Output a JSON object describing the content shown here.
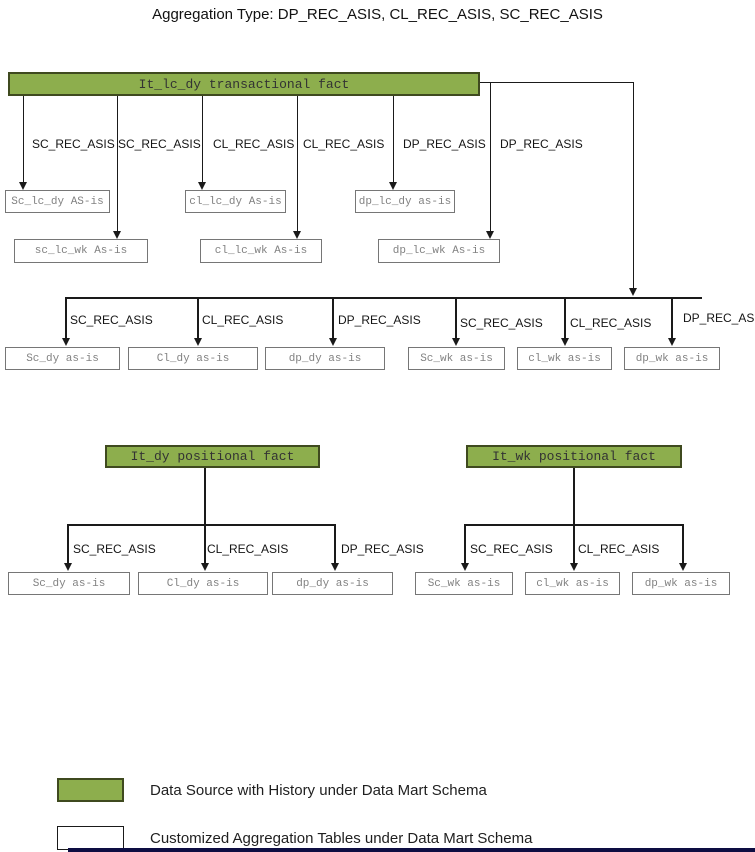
{
  "title": "Aggregation Type: DP_REC_ASIS, CL_REC_ASIS, SC_REC_ASIS",
  "diagram": {
    "root_fact": "It_lc_dy transactional fact",
    "tier1_labels": [
      "SC_REC_ASIS",
      "SC_REC_ASIS",
      "CL_REC_ASIS",
      "CL_REC_ASIS",
      "DP_REC_ASIS",
      "DP_REC_ASIS"
    ],
    "lc_row1_boxes": [
      "Sc_lc_dy AS-is",
      "cl_lc_dy As-is",
      "dp_lc_dy as-is"
    ],
    "lc_row2_boxes": [
      "sc_lc_wk As-is",
      "cl_lc_wk As-is",
      "dp_lc_wk As-is"
    ],
    "tier2_labels": [
      "SC_REC_ASIS",
      "CL_REC_ASIS",
      "DP_REC_ASIS",
      "SC_REC_ASIS",
      "CL_REC_ASIS",
      "DP_REC_ASIS"
    ],
    "tier2_boxes": [
      "Sc_dy as-is",
      "Cl_dy as-is",
      "dp_dy as-is",
      "Sc_wk as-is",
      "cl_wk as-is",
      "dp_wk as-is"
    ],
    "dy_fact": "It_dy positional fact",
    "dy_labels": [
      "SC_REC_ASIS",
      "CL_REC_ASIS",
      "DP_REC_ASIS"
    ],
    "dy_boxes": [
      "Sc_dy as-is",
      "Cl_dy as-is",
      "dp_dy as-is"
    ],
    "wk_fact": "It_wk positional fact",
    "wk_labels": [
      "SC_REC_ASIS",
      "CL_REC_ASIS"
    ],
    "wk_boxes": [
      "Sc_wk as-is",
      "cl_wk as-is",
      "dp_wk as-is"
    ]
  },
  "legend": {
    "items": [
      {
        "swatch_color": "#8dae4d",
        "label": "Data Source with History under Data Mart Schema"
      },
      {
        "swatch_color": "#ffffff",
        "label": "Customized Aggregation Tables under Data Mart Schema"
      }
    ]
  },
  "colors": {
    "fact_fill": "#8dae4d",
    "fact_border": "#3f4a1f",
    "table_border": "#767676",
    "table_text": "#828282",
    "connector": "#1a1a1a",
    "bottom_bar": "#0d0d42"
  }
}
